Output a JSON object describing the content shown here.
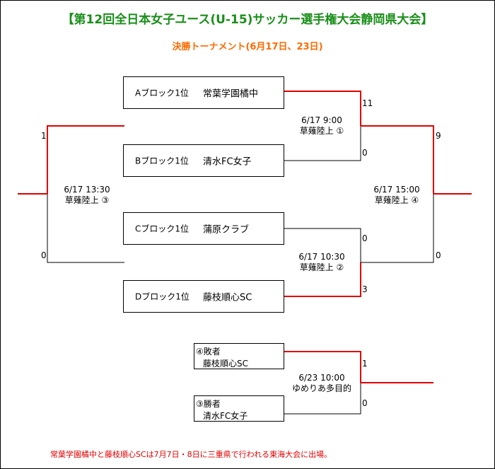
{
  "title": "【第12回全日本女子ユース(U-15)サッカー選手権大会静岡県大会】",
  "subtitle": "決勝トーナメント(6月17日、23日)",
  "teams": [
    {
      "block": "Aブロック1位",
      "name": "常葉学園橘中"
    },
    {
      "block": "Bブロック1位",
      "name": "清水FC女子"
    },
    {
      "block": "Cブロック1位",
      "name": "蒲原クラブ"
    },
    {
      "block": "Dブロック1位",
      "name": "藤枝順心SC"
    }
  ],
  "placement_teams": [
    {
      "role": "④敗者",
      "name": "藤枝順心SC"
    },
    {
      "role": "③勝者",
      "name": "清水FC女子"
    }
  ],
  "matches": {
    "m1": {
      "date": "6/17  9:00",
      "venue": "草薙陸上 ①"
    },
    "m2": {
      "date": "6/17  10:30",
      "venue": "草薙陸上 ②"
    },
    "m3": {
      "date": "6/17  13:30",
      "venue": "草薙陸上 ③"
    },
    "m4": {
      "date": "6/17  15:00",
      "venue": "草薙陸上 ④"
    },
    "m5": {
      "date": "6/23  10:00",
      "venue": "ゆめりあ多目的"
    }
  },
  "scores": {
    "m1_top": "11",
    "m1_bottom": "0",
    "m2_top": "0",
    "m2_bottom": "3",
    "m3_top": "1",
    "m3_bottom": "0",
    "m4_top": "9",
    "m4_bottom": "0",
    "m5_top": "1",
    "m5_bottom": "0"
  },
  "footnote": "常葉学園橘中と藤枝順心SCは7月7日・8日に三重県で行われる東海大会に出場。",
  "colors": {
    "title": "#1a8f1a",
    "subtitle": "#ff6a00",
    "winner_line": "#e00000",
    "footnote": "#e00000"
  }
}
